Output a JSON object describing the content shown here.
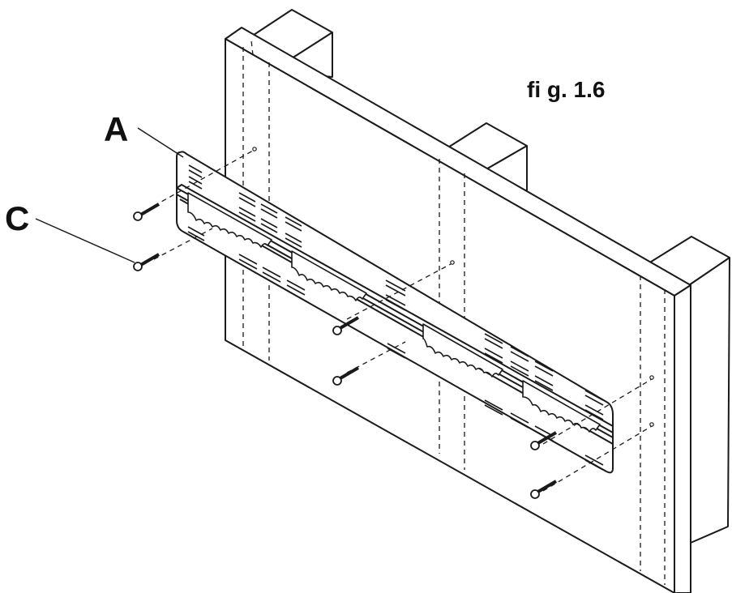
{
  "figure": {
    "caption": "fi g. 1.6",
    "labels": {
      "plate": "A",
      "screw": "C"
    }
  },
  "colors": {
    "line": "#1a1a1a",
    "background": "#ffffff"
  }
}
